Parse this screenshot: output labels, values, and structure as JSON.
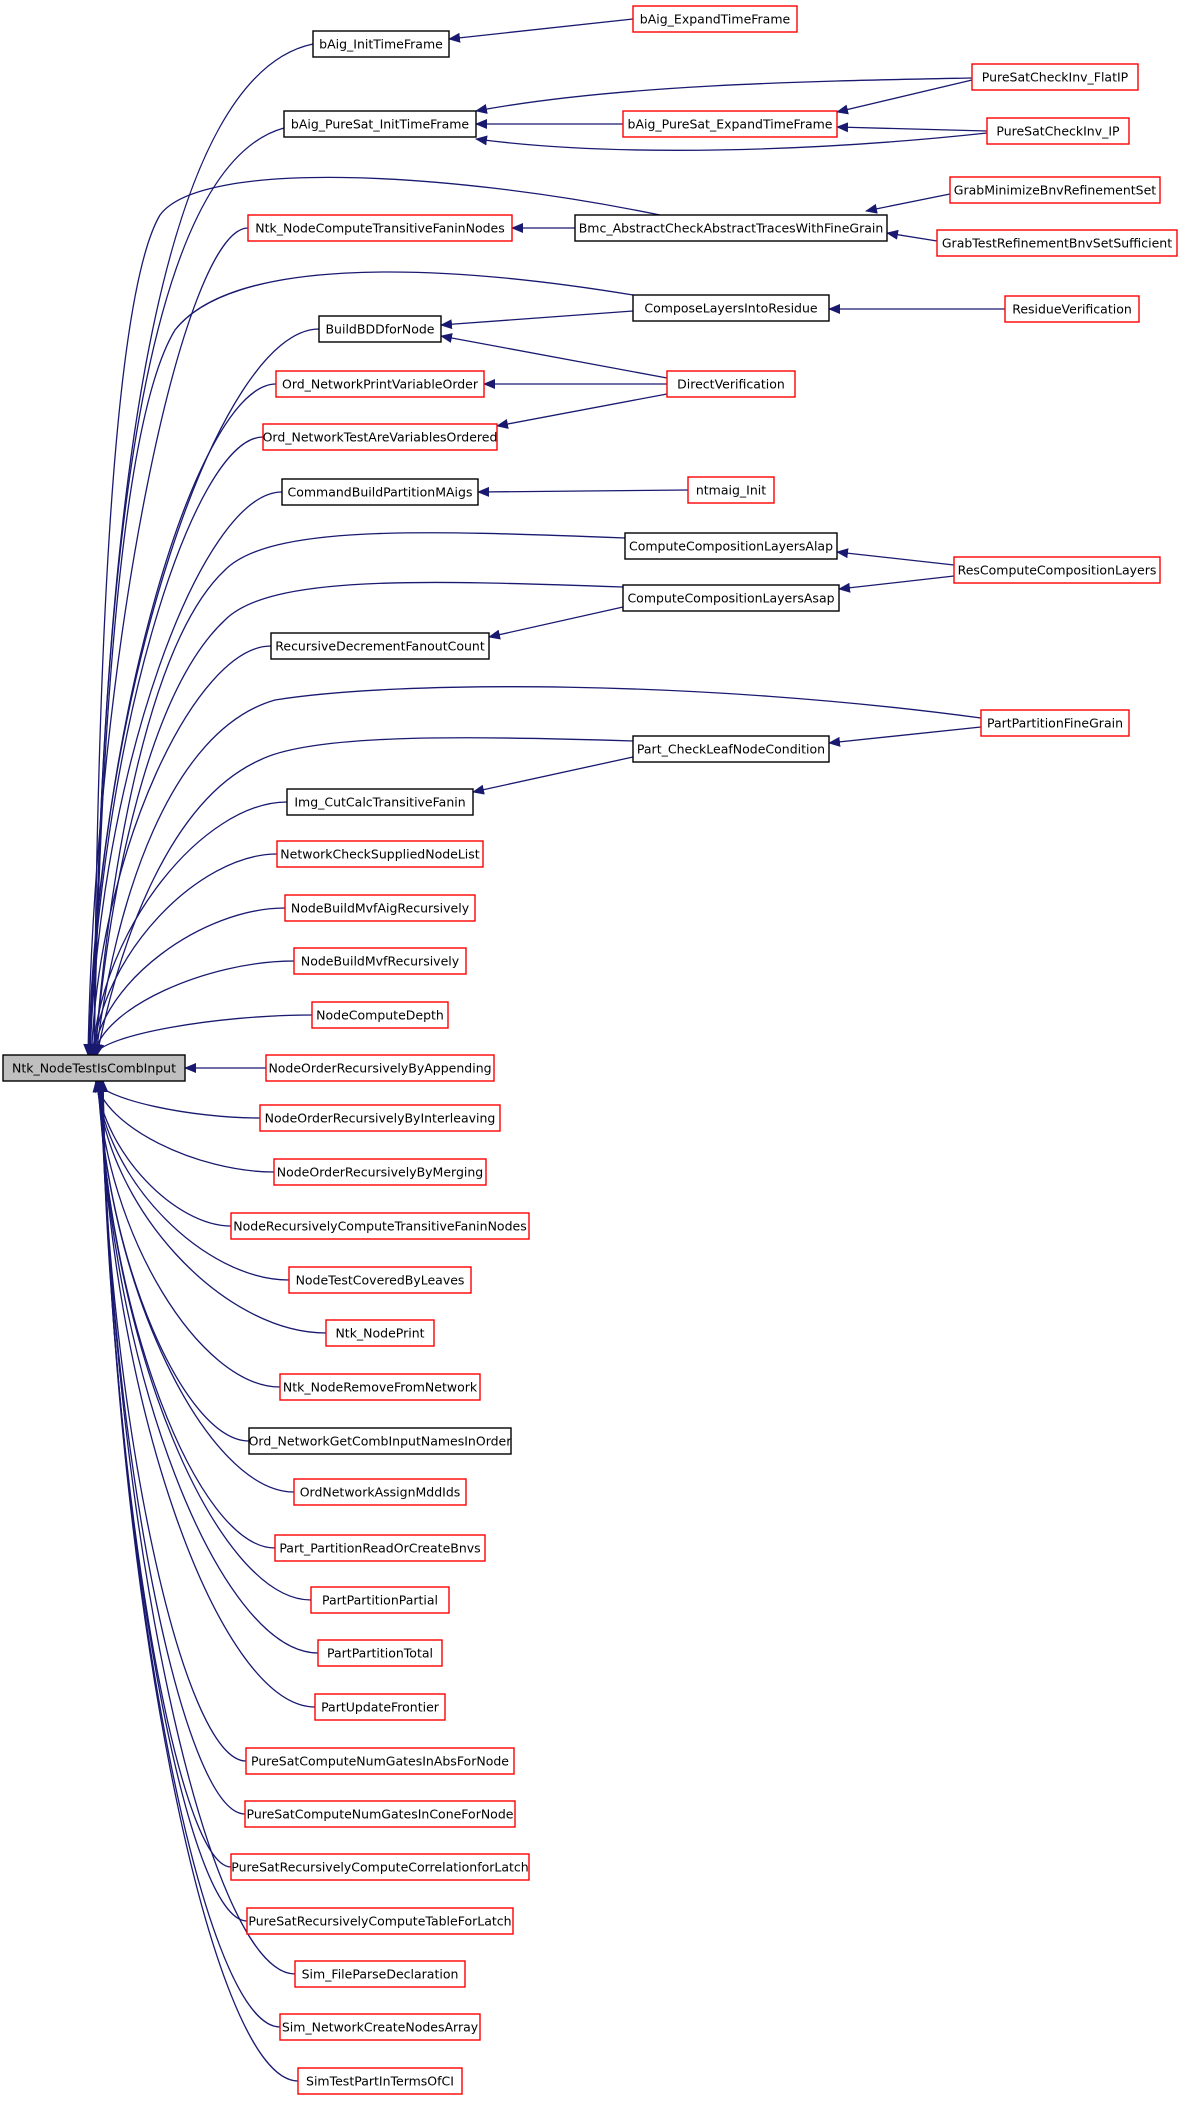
{
  "colors": {
    "edge": "#191970",
    "box_black": "#000000",
    "box_red": "#ff0000",
    "focus_fill": "#bfbfbf",
    "text": "#000000"
  },
  "nodes": {
    "focus": {
      "label": "Ntk_NodeTestIsCombInput",
      "style": "focus"
    },
    "bAigInitTimeFrame": {
      "label": "bAig_InitTimeFrame",
      "style": "black"
    },
    "bAigExpandTimeFrame": {
      "label": "bAig_ExpandTimeFrame",
      "style": "red"
    },
    "bAigPureSatInitTimeFrame": {
      "label": "bAig_PureSat_InitTimeFrame",
      "style": "black"
    },
    "bAigPureSatExpandTimeFrame": {
      "label": "bAig_PureSat_ExpandTimeFrame",
      "style": "red"
    },
    "pureSatCheckInvFlatIP": {
      "label": "PureSatCheckInv_FlatIP",
      "style": "red"
    },
    "pureSatCheckInvIP": {
      "label": "PureSatCheckInv_IP",
      "style": "red"
    },
    "ntkNodeComputeTransitiveFaninNodes": {
      "label": "Ntk_NodeComputeTransitiveFaninNodes",
      "style": "red"
    },
    "bmcAbstractCheck": {
      "label": "Bmc_AbstractCheckAbstractTracesWithFineGrain",
      "style": "black"
    },
    "grabMinimize": {
      "label": "GrabMinimizeBnvRefinementSet",
      "style": "red"
    },
    "grabTestRefinement": {
      "label": "GrabTestRefinementBnvSetSufficient",
      "style": "red"
    },
    "composeLayers": {
      "label": "ComposeLayersIntoResidue",
      "style": "black"
    },
    "residueVerification": {
      "label": "ResidueVerification",
      "style": "red"
    },
    "buildBDDforNode": {
      "label": "BuildBDDforNode",
      "style": "black"
    },
    "directVerification": {
      "label": "DirectVerification",
      "style": "red"
    },
    "ordNetworkPrintVariableOrder": {
      "label": "Ord_NetworkPrintVariableOrder",
      "style": "red"
    },
    "ordNetworkTestAreVariablesOrdered": {
      "label": "Ord_NetworkTestAreVariablesOrdered",
      "style": "red"
    },
    "commandBuildPartitionMAigs": {
      "label": "CommandBuildPartitionMAigs",
      "style": "black"
    },
    "ntmaigInit": {
      "label": "ntmaig_Init",
      "style": "red"
    },
    "computeLayersAlap": {
      "label": "ComputeCompositionLayersAlap",
      "style": "black"
    },
    "computeLayersAsap": {
      "label": "ComputeCompositionLayersAsap",
      "style": "black"
    },
    "resComputeLayers": {
      "label": "ResComputeCompositionLayers",
      "style": "red"
    },
    "recursiveDecrement": {
      "label": "RecursiveDecrementFanoutCount",
      "style": "black"
    },
    "partPartitionFineGrain": {
      "label": "PartPartitionFineGrain",
      "style": "red"
    },
    "partCheckLeafNodeCondition": {
      "label": "Part_CheckLeafNodeCondition",
      "style": "black"
    },
    "imgCutCalc": {
      "label": "Img_CutCalcTransitiveFanin",
      "style": "black"
    },
    "networkCheckSupplied": {
      "label": "NetworkCheckSuppliedNodeList",
      "style": "red"
    },
    "nodeBuildMvfAig": {
      "label": "NodeBuildMvfAigRecursively",
      "style": "red"
    },
    "nodeBuildMvf": {
      "label": "NodeBuildMvfRecursively",
      "style": "red"
    },
    "nodeComputeDepth": {
      "label": "NodeComputeDepth",
      "style": "red"
    },
    "nodeOrderAppending": {
      "label": "NodeOrderRecursivelyByAppending",
      "style": "red"
    },
    "nodeOrderInterleaving": {
      "label": "NodeOrderRecursivelyByInterleaving",
      "style": "red"
    },
    "nodeOrderMerging": {
      "label": "NodeOrderRecursivelyByMerging",
      "style": "red"
    },
    "nodeRecursivelyCompute": {
      "label": "NodeRecursivelyComputeTransitiveFaninNodes",
      "style": "red"
    },
    "nodeTestCovered": {
      "label": "NodeTestCoveredByLeaves",
      "style": "red"
    },
    "ntkNodePrint": {
      "label": "Ntk_NodePrint",
      "style": "red"
    },
    "ntkNodeRemove": {
      "label": "Ntk_NodeRemoveFromNetwork",
      "style": "red"
    },
    "ordNetworkGetComb": {
      "label": "Ord_NetworkGetCombInputNamesInOrder",
      "style": "black"
    },
    "ordNetworkAssign": {
      "label": "OrdNetworkAssignMddIds",
      "style": "red"
    },
    "partPartitionRead": {
      "label": "Part_PartitionReadOrCreateBnvs",
      "style": "red"
    },
    "partPartitionPartial": {
      "label": "PartPartitionPartial",
      "style": "red"
    },
    "partPartitionTotal": {
      "label": "PartPartitionTotal",
      "style": "red"
    },
    "partUpdateFrontier": {
      "label": "PartUpdateFrontier",
      "style": "red"
    },
    "pureSatComputeAbs": {
      "label": "PureSatComputeNumGatesInAbsForNode",
      "style": "red"
    },
    "pureSatComputeCone": {
      "label": "PureSatComputeNumGatesInConeForNode",
      "style": "red"
    },
    "pureSatCorrelation": {
      "label": "PureSatRecursivelyComputeCorrelationforLatch",
      "style": "red"
    },
    "pureSatTable": {
      "label": "PureSatRecursivelyComputeTableForLatch",
      "style": "red"
    },
    "simFileParse": {
      "label": "Sim_FileParseDeclaration",
      "style": "red"
    },
    "simNetworkCreate": {
      "label": "Sim_NetworkCreateNodesArray",
      "style": "red"
    },
    "simTestPart": {
      "label": "SimTestPartInTermsOfCI",
      "style": "red"
    }
  },
  "edges": [
    [
      "bAigInitTimeFrame",
      "focus"
    ],
    [
      "bAigPureSatInitTimeFrame",
      "focus"
    ],
    [
      "bmcAbstractCheck",
      "focus"
    ],
    [
      "ntkNodeComputeTransitiveFaninNodes",
      "focus"
    ],
    [
      "composeLayers",
      "focus"
    ],
    [
      "buildBDDforNode",
      "focus"
    ],
    [
      "ordNetworkPrintVariableOrder",
      "focus"
    ],
    [
      "ordNetworkTestAreVariablesOrdered",
      "focus"
    ],
    [
      "commandBuildPartitionMAigs",
      "focus"
    ],
    [
      "computeLayersAlap",
      "focus"
    ],
    [
      "computeLayersAsap",
      "focus"
    ],
    [
      "recursiveDecrement",
      "focus"
    ],
    [
      "partPartitionFineGrain",
      "focus"
    ],
    [
      "partCheckLeafNodeCondition",
      "focus"
    ],
    [
      "imgCutCalc",
      "focus"
    ],
    [
      "networkCheckSupplied",
      "focus"
    ],
    [
      "nodeBuildMvfAig",
      "focus"
    ],
    [
      "nodeBuildMvf",
      "focus"
    ],
    [
      "nodeComputeDepth",
      "focus"
    ],
    [
      "nodeOrderAppending",
      "focus"
    ],
    [
      "nodeOrderInterleaving",
      "focus"
    ],
    [
      "nodeOrderMerging",
      "focus"
    ],
    [
      "nodeRecursivelyCompute",
      "focus"
    ],
    [
      "nodeTestCovered",
      "focus"
    ],
    [
      "ntkNodePrint",
      "focus"
    ],
    [
      "ntkNodeRemove",
      "focus"
    ],
    [
      "ordNetworkGetComb",
      "focus"
    ],
    [
      "ordNetworkAssign",
      "focus"
    ],
    [
      "partPartitionRead",
      "focus"
    ],
    [
      "partPartitionPartial",
      "focus"
    ],
    [
      "partPartitionTotal",
      "focus"
    ],
    [
      "partUpdateFrontier",
      "focus"
    ],
    [
      "pureSatComputeAbs",
      "focus"
    ],
    [
      "pureSatComputeCone",
      "focus"
    ],
    [
      "pureSatCorrelation",
      "focus"
    ],
    [
      "pureSatTable",
      "focus"
    ],
    [
      "simFileParse",
      "focus"
    ],
    [
      "simNetworkCreate",
      "focus"
    ],
    [
      "simTestPart",
      "focus"
    ],
    [
      "bAigExpandTimeFrame",
      "bAigInitTimeFrame"
    ],
    [
      "pureSatCheckInvFlatIP",
      "bAigPureSatInitTimeFrame"
    ],
    [
      "bAigPureSatExpandTimeFrame",
      "bAigPureSatInitTimeFrame"
    ],
    [
      "pureSatCheckInvIP",
      "bAigPureSatInitTimeFrame"
    ],
    [
      "pureSatCheckInvFlatIP",
      "bAigPureSatExpandTimeFrame"
    ],
    [
      "pureSatCheckInvIP",
      "bAigPureSatExpandTimeFrame"
    ],
    [
      "bmcAbstractCheck",
      "ntkNodeComputeTransitiveFaninNodes"
    ],
    [
      "grabMinimize",
      "bmcAbstractCheck"
    ],
    [
      "grabTestRefinement",
      "bmcAbstractCheck"
    ],
    [
      "residueVerification",
      "composeLayers"
    ],
    [
      "composeLayers",
      "buildBDDforNode"
    ],
    [
      "directVerification",
      "buildBDDforNode"
    ],
    [
      "directVerification",
      "ordNetworkPrintVariableOrder"
    ],
    [
      "directVerification",
      "ordNetworkTestAreVariablesOrdered"
    ],
    [
      "ntmaigInit",
      "commandBuildPartitionMAigs"
    ],
    [
      "resComputeLayers",
      "computeLayersAlap"
    ],
    [
      "resComputeLayers",
      "computeLayersAsap"
    ],
    [
      "computeLayersAsap",
      "recursiveDecrement"
    ],
    [
      "partPartitionFineGrain",
      "partCheckLeafNodeCondition"
    ],
    [
      "partCheckLeafNodeCondition",
      "imgCutCalc"
    ]
  ]
}
